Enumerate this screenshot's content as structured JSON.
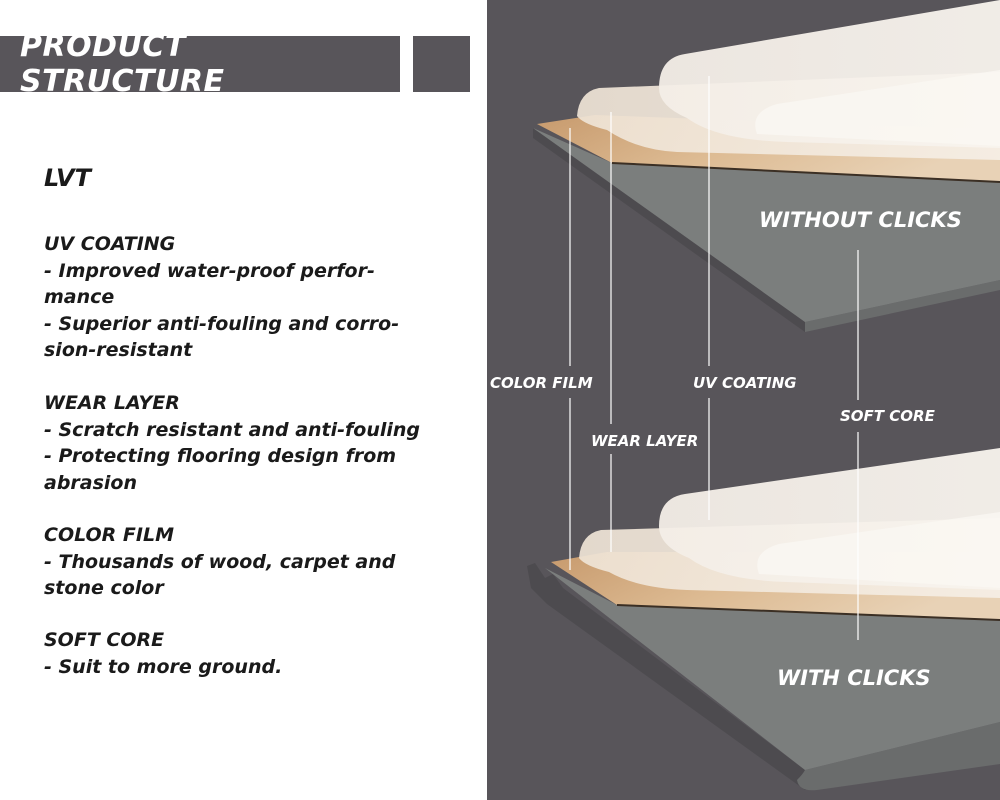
{
  "header": {
    "title": "PRODUCT STRUCTURE"
  },
  "product": {
    "name": "LVT"
  },
  "features": [
    {
      "heading": "UV COATING",
      "lines": [
        "- Improved water-proof perfor-",
        "mance",
        "- Superior anti-fouling and corro-",
        "sion-resistant"
      ]
    },
    {
      "heading": "WEAR LAYER",
      "lines": [
        "- Scratch resistant and anti-fouling",
        "- Protecting flooring design from",
        "abrasion"
      ]
    },
    {
      "heading": "COLOR FILM",
      "lines": [
        "- Thousands of wood, carpet and",
        "stone color"
      ]
    },
    {
      "heading": "SOFT CORE",
      "lines": [
        "- Suit to more ground."
      ]
    }
  ],
  "diagram": {
    "without_clicks": "WITHOUT CLICKS",
    "with_clicks": "WITH CLICKS",
    "color_film": "COLOR FILM",
    "uv_coating": "UV COATING",
    "wear_layer": "WEAR LAYER",
    "soft_core": "SOFT CORE"
  },
  "colors": {
    "panel_gray": "#58555a",
    "core_gray": "#7b7e7d",
    "wood": "#d8b58e",
    "text_dark": "#1a1a1a"
  }
}
